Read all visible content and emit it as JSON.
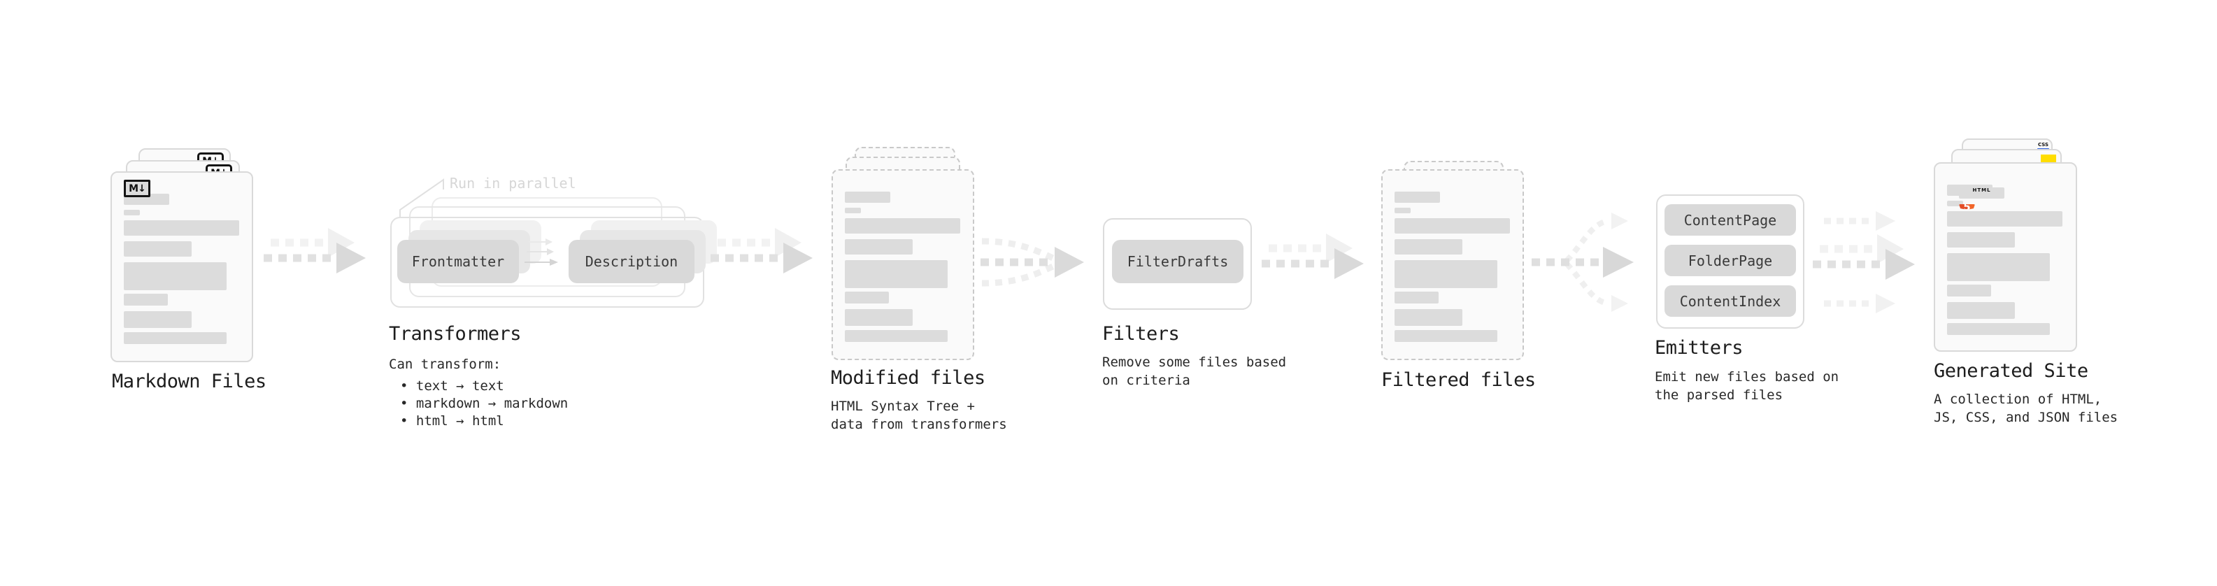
{
  "markdown": {
    "label": "Markdown Files",
    "badge": "M↓"
  },
  "transformers": {
    "label": "Transformers",
    "annotation": "Run in parallel",
    "pill_left": "Frontmatter",
    "pill_right": "Description",
    "intro": "Can transform:",
    "bullets": [
      "• text → text",
      "• markdown → markdown",
      "• html → html"
    ]
  },
  "modified": {
    "label": "Modified files",
    "desc": [
      "HTML Syntax Tree +",
      "data from transformers"
    ]
  },
  "filters": {
    "label": "Filters",
    "pill": "FilterDrafts",
    "desc": [
      "Remove some files based",
      "on criteria"
    ]
  },
  "filtered": {
    "label": "Filtered files"
  },
  "emitters": {
    "label": "Emitters",
    "pills": [
      "ContentPage",
      "FolderPage",
      "ContentIndex"
    ],
    "desc": [
      "Emit new files based on",
      "the parsed files"
    ]
  },
  "generated": {
    "label": "Generated Site",
    "desc": [
      "A collection of HTML,",
      "JS, CSS, and JSON files"
    ],
    "css_badge": "CSS",
    "html_badge_word": "HTML",
    "html_badge_number": "5"
  },
  "colors": {
    "html5_orange_left": "#e44d26",
    "html5_orange_right": "#f16529",
    "js_yellow": "#ffdd00",
    "css_blue": "#2c5fe2",
    "pill_gray": "#d9d9d9",
    "arrow_gray": "#dcdcdc"
  }
}
